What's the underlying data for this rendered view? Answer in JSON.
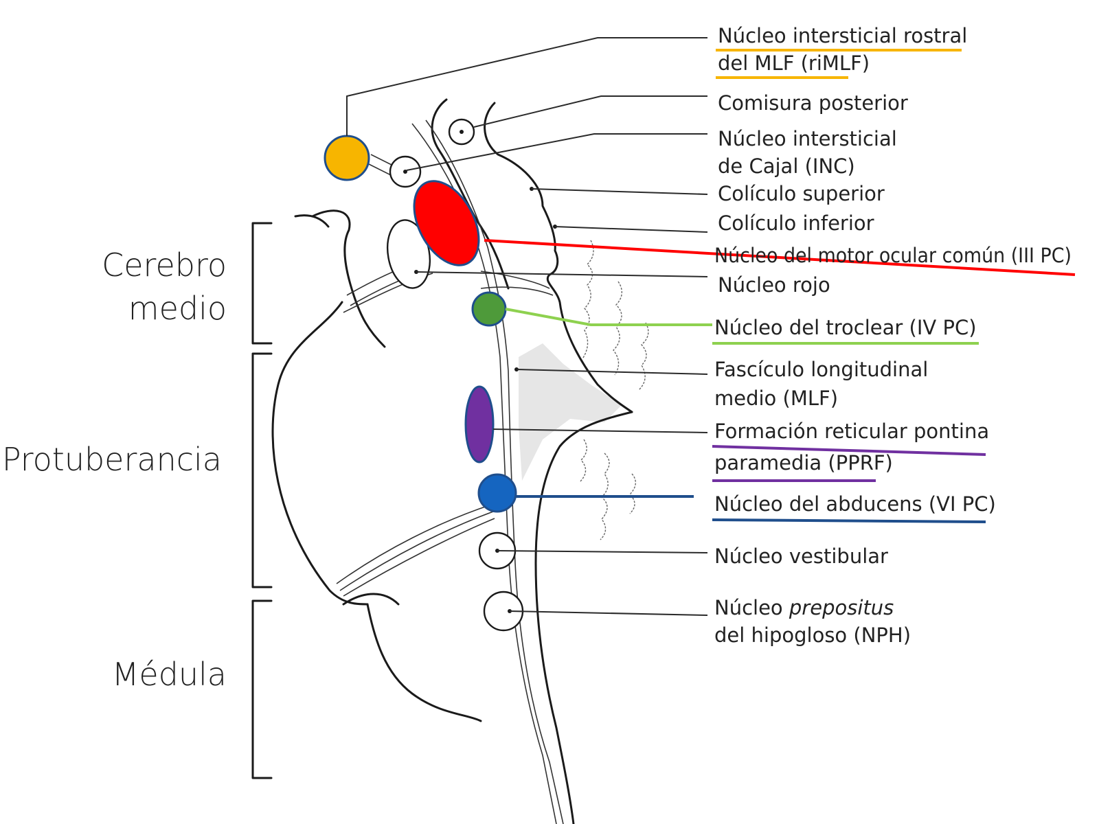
{
  "regions": {
    "midbrain_line1": "Cerebro",
    "midbrain_line2": "medio",
    "pons": "Protuberancia",
    "medulla": "Médula"
  },
  "labels": {
    "rimlf_1": "Núcleo intersticial rostral",
    "rimlf_2": "del MLF (riMLF)",
    "posterior_commissure": "Comisura posterior",
    "inc_1": "Núcleo intersticial",
    "inc_2": "de Cajal (INC)",
    "superior_colliculus": "Colículo superior",
    "inferior_colliculus": "Colículo inferior",
    "oculomotor": "Núcleo del motor ocular común (III PC)",
    "red_nucleus": "Núcleo rojo",
    "trochlear": "Núcleo del troclear (IV PC)",
    "mlf_1": "Fascículo longitudinal",
    "mlf_2": "medio (MLF)",
    "pprf_1": "Formación reticular pontina",
    "pprf_2": "paramedia (PPRF)",
    "abducens": "Núcleo del abducens (VI PC)",
    "vestibular": "Núcleo vestibular",
    "nph_1a": "Núcleo ",
    "nph_1b": "prepositus",
    "nph_2": "del hipogloso (NPH)"
  },
  "colors": {
    "rimlf": "#F7B500",
    "oculomotor": "#FF0000",
    "trochlear": "#4E9A3A",
    "trochlear_line": "#8ED14F",
    "pprf": "#7030A0",
    "abducens": "#1565C0",
    "abducens_line": "#1F4E8C",
    "nucleus_outline": "#1F4E8C"
  }
}
